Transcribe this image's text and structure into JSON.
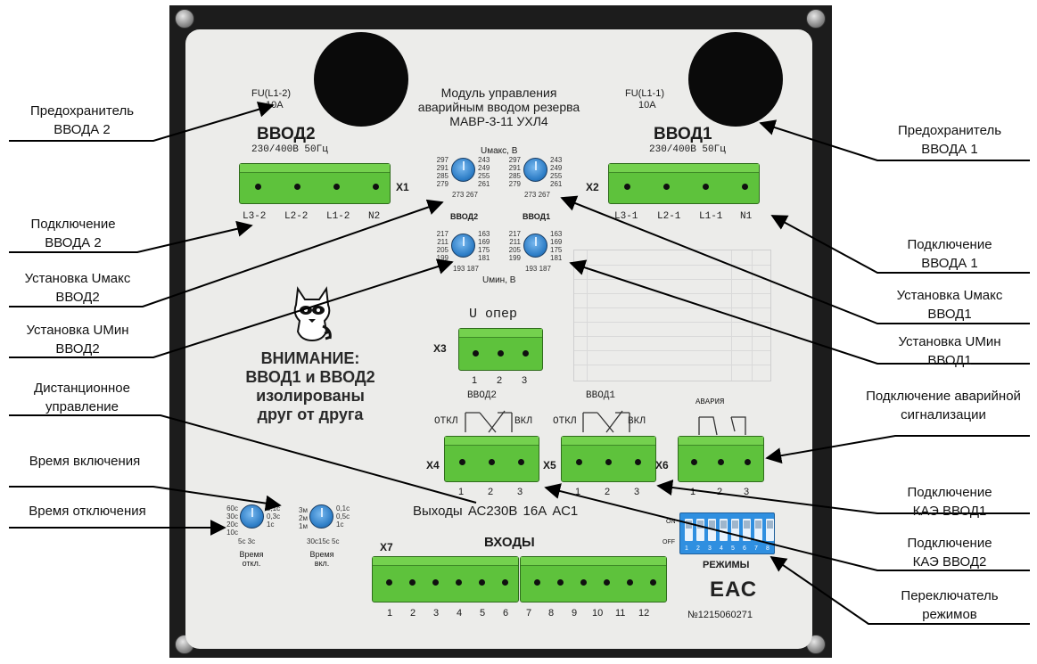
{
  "callouts": {
    "fuse2": "Предохранитель\nВВОДА 2",
    "conn2": "Подключение\nВВОДА 2",
    "umax2": "Установка Uмакс\nВВОД2",
    "umin2": "Установка UМин\nВВОД2",
    "remote": "Дистанционное\nуправление",
    "time_on": "Время включения",
    "time_off": "Время отключения",
    "fuse1": "Предохранитель\nВВОДА 1",
    "conn1": "Подключение\nВВОДА 1",
    "umax1": "Установка Uмакс\nВВОД1",
    "umin1": "Установка UМин\nВВОД1",
    "alarm": "Подключение аварийной\nсигнализации",
    "kae1": "Подключение\nКАЭ ВВОД1",
    "kae2": "Подключение\nКАЭ ВВОД2",
    "modes_switch": "Переключатель\nрежимов"
  },
  "panel": {
    "title": "Модуль управления\nаварийным вводом резерва\nМАВР-3-11 УХЛ4",
    "fu2_label": "FU(L1-2)",
    "fu2_rating": "10A",
    "fu1_label": "FU(L1-1)",
    "fu1_rating": "10A",
    "input2_title": "ВВОД2",
    "input2_spec": "230/400В 50Гц",
    "input1_title": "ВВОД1",
    "input1_spec": "230/400В 50Гц",
    "x1": "X1",
    "x2": "X2",
    "x3": "X3",
    "x4": "X4",
    "x5": "X5",
    "x6": "X6",
    "x7": "X7",
    "x1_pins": [
      "L3-2",
      "L2-2",
      "L1-2",
      "N2"
    ],
    "x2_pins": [
      "L3-1",
      "L2-1",
      "L1-1",
      "N1"
    ],
    "umax_label": "Uмакс, В",
    "umin_label": "Uмин, В",
    "vvod2_small": "ВВОД2",
    "vvod1_small": "ВВОД1",
    "umax_scale": {
      "left": [
        "297",
        "291",
        "285",
        "279"
      ],
      "right": [
        "243",
        "249",
        "255",
        "261"
      ],
      "bottom": "273 267"
    },
    "umin_scale": {
      "left": [
        "217",
        "211",
        "205",
        "199"
      ],
      "right": [
        "163",
        "169",
        "175",
        "181"
      ],
      "bottom": "193 187"
    },
    "uoper": "U  опер",
    "x3_pins": [
      "1",
      "2",
      "3"
    ],
    "warning": "ВНИМАНИЕ:\nВВОД1 и ВВОД2\nизолированы\nдруг от друга",
    "out_vvod2": "ВВОД2",
    "out_vvod1": "ВВОД1",
    "otkl": "ОТКЛ",
    "vkl": "ВКЛ",
    "avaria": "АВАРИЯ",
    "x4_pins": [
      "1",
      "2",
      "3"
    ],
    "x5_pins": [
      "1",
      "2",
      "3"
    ],
    "x6_pins": [
      "1",
      "2",
      "3"
    ],
    "outputs": "Выходы  АС230В   16А  АС1",
    "inputs_title": "ВХОДЫ",
    "x7_pins": [
      "1",
      "2",
      "3",
      "4",
      "5",
      "6",
      "7",
      "8",
      "9",
      "10",
      "11",
      "12"
    ],
    "dip_on": "ON",
    "dip_off": "OFF",
    "dip_numbers": [
      "1",
      "2",
      "3",
      "4",
      "5",
      "6",
      "7",
      "8"
    ],
    "modes": "РЕЖИМЫ",
    "eac": "ЕАС",
    "serial": "№1215060271",
    "time_off_label": "Время\nоткл.",
    "time_on_label": "Время\nвкл.",
    "time_off_scale": {
      "left": [
        "60с",
        "30с",
        "20с",
        "10с"
      ],
      "right": [
        "0,1с",
        "0,3с",
        "1с"
      ],
      "bottom": "5с  3с"
    },
    "time_on_scale": {
      "left": [
        "3м",
        "2м",
        "1м"
      ],
      "right": [
        "0,1с",
        "0,5с",
        "1с"
      ],
      "bottom": "30с15с 5с"
    }
  },
  "colors": {
    "terminal": "#5ec23c",
    "dial": "#2d7dc6",
    "dip": "#2f8fe0",
    "frame": "#1c1c1c",
    "face": "#ececea"
  }
}
